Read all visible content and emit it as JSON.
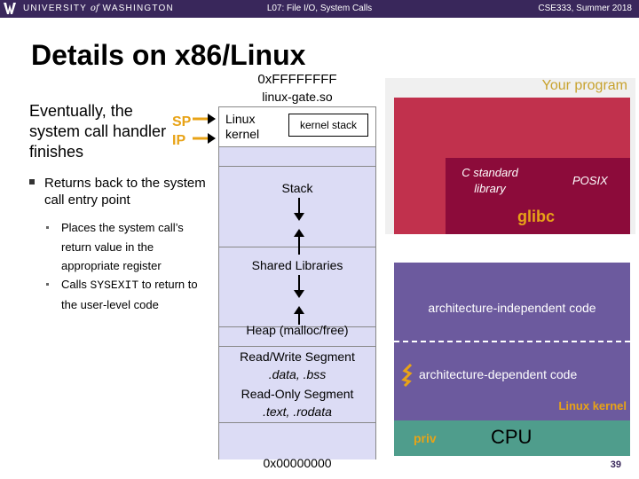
{
  "header": {
    "university": "UNIVERSITY",
    "of": "of",
    "washington": "WASHINGTON",
    "lecture": "L07: File I/O, System Calls",
    "course": "CSE333, Summer 2018",
    "logo_icon": "w-logo-icon"
  },
  "slide": {
    "title": "Details on x86/Linux",
    "intro_lines": [
      "Eventually, the",
      "system call handler",
      "finishes"
    ],
    "bullet": "Returns back to the system call entry point",
    "subbullets": [
      {
        "pre": "Places the system call’s return value in the appropriate register",
        "code": "",
        "post": ""
      },
      {
        "pre": "Calls ",
        "code": "SYSEXIT",
        "post": " to return to the user-level code"
      }
    ],
    "registers": {
      "sp": "SP",
      "ip": "IP"
    },
    "register_color": "#e8a317"
  },
  "memory": {
    "addr_top": "0xFFFFFFFF",
    "linux_gate": "linux-gate.so",
    "linux_kernel": [
      "Linux",
      "kernel"
    ],
    "kernel_stack": "kernel stack",
    "stack": "Stack",
    "shared_libraries": "Shared Libraries",
    "heap": "Heap (malloc/free)",
    "rw_segment": [
      "Read/Write Segment",
      ".data, .bss"
    ],
    "ro_segment": [
      "Read-Only Segment",
      ".text, .rodata"
    ],
    "addr_bottom": "0x00000000"
  },
  "diagram": {
    "your_program": "Your program",
    "c_standard_library": [
      "C standard",
      "library"
    ],
    "posix": "POSIX",
    "glibc": "glibc",
    "arch_independent": "architecture-independent code",
    "arch_dependent": "architecture-dependent code",
    "linux_kernel": "Linux kernel",
    "priv": "priv",
    "cpu": "CPU"
  },
  "page_number": "39",
  "colors": {
    "header": "#39275b",
    "your_program": "#c1314d",
    "glibc": "#8c0b3a",
    "kernel": "#6c5a9e",
    "cpu": "#4f9d8c",
    "gold": "#e8a317"
  }
}
